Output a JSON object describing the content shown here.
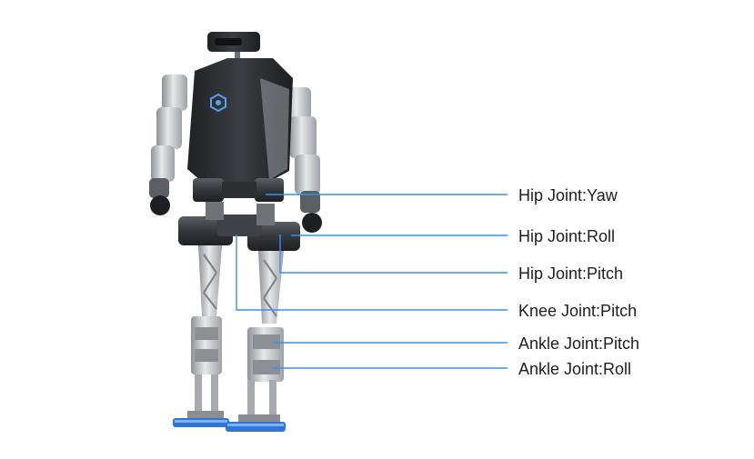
{
  "colors": {
    "leader_line": "#3f8ee8",
    "body_dark": "#2a2c30",
    "metal": "#c8cbcf",
    "foot_accent": "#2f74d8",
    "label_text": "#1e1e1e"
  },
  "diagram": {
    "labels": [
      {
        "id": "hip-yaw",
        "text": "Hip Joint:Yaw"
      },
      {
        "id": "hip-roll",
        "text": "Hip Joint:Roll"
      },
      {
        "id": "hip-pitch",
        "text": "Hip Joint:Pitch"
      },
      {
        "id": "knee-pitch",
        "text": "Knee Joint:Pitch"
      },
      {
        "id": "ankle-pitch",
        "text": "Ankle Joint:Pitch"
      },
      {
        "id": "ankle-roll",
        "text": "Ankle Joint:Roll"
      }
    ]
  }
}
